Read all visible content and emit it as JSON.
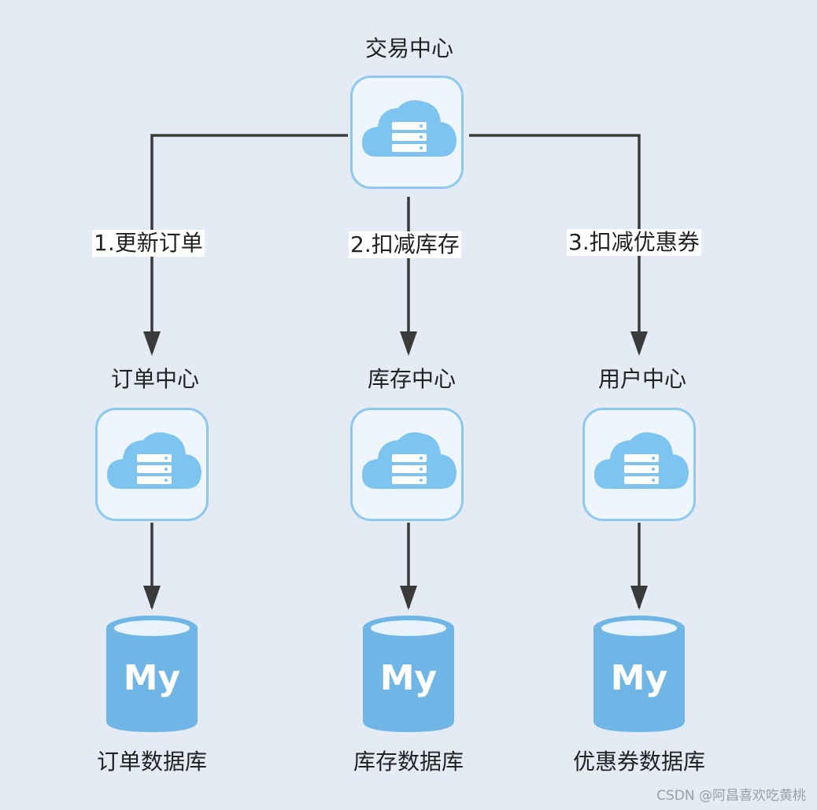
{
  "nodes": {
    "trade": {
      "title": "交易中心"
    },
    "order": {
      "title": "订单中心"
    },
    "inventory": {
      "title": "库存中心"
    },
    "user": {
      "title": "用户中心"
    }
  },
  "edges": {
    "update_order": "1.更新订单",
    "deduct_inventory": "2.扣减库存",
    "deduct_coupon": "3.扣减优惠券"
  },
  "databases": {
    "order_db": {
      "label": "订单数据库",
      "logo": "My"
    },
    "inventory_db": {
      "label": "库存数据库",
      "logo": "My"
    },
    "coupon_db": {
      "label": "优惠券数据库",
      "logo": "My"
    }
  },
  "icons": {
    "service": "cloud-server-icon",
    "database": "mysql-database-icon"
  },
  "colors": {
    "background": "#e4ebf5",
    "node_border": "#8cc8ef",
    "icon_fill": "#7ec4f0",
    "db_fill": "#6fb6e6",
    "arrow": "#3a3a3a"
  },
  "watermark": "CSDN @阿昌喜欢吃黄桃"
}
